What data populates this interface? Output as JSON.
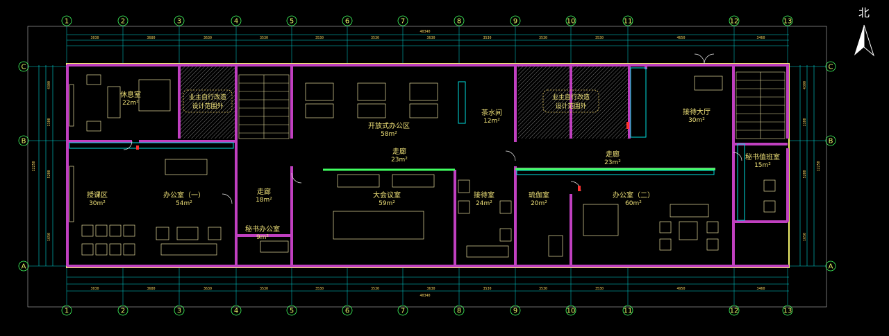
{
  "north_label": "北",
  "grid_columns": [
    "1",
    "2",
    "3",
    "4",
    "5",
    "6",
    "7",
    "8",
    "9",
    "10",
    "11",
    "12",
    "13"
  ],
  "grid_rows": [
    "C",
    "B",
    "A"
  ],
  "rooms": [
    {
      "id": "rest",
      "name": "休息室",
      "area": "22m²"
    },
    {
      "id": "lecture",
      "name": "授课区",
      "area": "30m²"
    },
    {
      "id": "office1",
      "name": "办公室（一）",
      "area": "54m²"
    },
    {
      "id": "corridor18",
      "name": "走廊",
      "area": "18m²"
    },
    {
      "id": "secretary",
      "name": "秘书办公室",
      "area": "9m²"
    },
    {
      "id": "openoffice",
      "name": "开放式办公区",
      "area": "58m²"
    },
    {
      "id": "corridor23a",
      "name": "走廊",
      "area": "23m²"
    },
    {
      "id": "meeting",
      "name": "大会议室",
      "area": "59m²"
    },
    {
      "id": "tea",
      "name": "茶水间",
      "area": "12m²"
    },
    {
      "id": "reception24",
      "name": "接待室",
      "area": "24m²"
    },
    {
      "id": "drying",
      "name": "琉伽室",
      "area": "20m²"
    },
    {
      "id": "corridor23b",
      "name": "走廊",
      "area": "23m²"
    },
    {
      "id": "office2",
      "name": "办公室（二）",
      "area": "60m²"
    },
    {
      "id": "lobby",
      "name": "接待大厅",
      "area": "30m²"
    },
    {
      "id": "secretary2",
      "name": "秘书值班室",
      "area": "15m²"
    }
  ],
  "hatch_notes": [
    {
      "id": "hatch1",
      "line1": "业主自行改造",
      "line2": "设计范围外"
    },
    {
      "id": "hatch2",
      "line1": "业主自行改造",
      "line2": "设计范围外"
    }
  ],
  "dimensions": {
    "overall_top": "40340",
    "overall_bottom": "40340",
    "overall_left": "12250",
    "overall_right": "12250",
    "top_row": [
      "3030",
      "3680",
      "3630",
      "3530",
      "3530",
      "3530",
      "3630",
      "3530",
      "3530",
      "3530",
      "4650",
      "3460"
    ],
    "bottom_row": [
      "3030",
      "3680",
      "3630",
      "3530",
      "3530",
      "3530",
      "3630",
      "3530",
      "3530",
      "3530",
      "4950",
      "3460"
    ],
    "left_col": [
      "4300",
      "1100",
      "5200",
      "1650"
    ],
    "right_col": [
      "4300",
      "1100",
      "5200",
      "1650"
    ]
  },
  "colors": {
    "background": "#000000",
    "walls": "#c040c0",
    "outer_wall": "#f0f06a",
    "furniture": "#e8e0a0",
    "grid_lines": "#00e0e0",
    "dims": "#f0d060",
    "accent_green": "#40ff60",
    "door": "#f0f0f0"
  }
}
